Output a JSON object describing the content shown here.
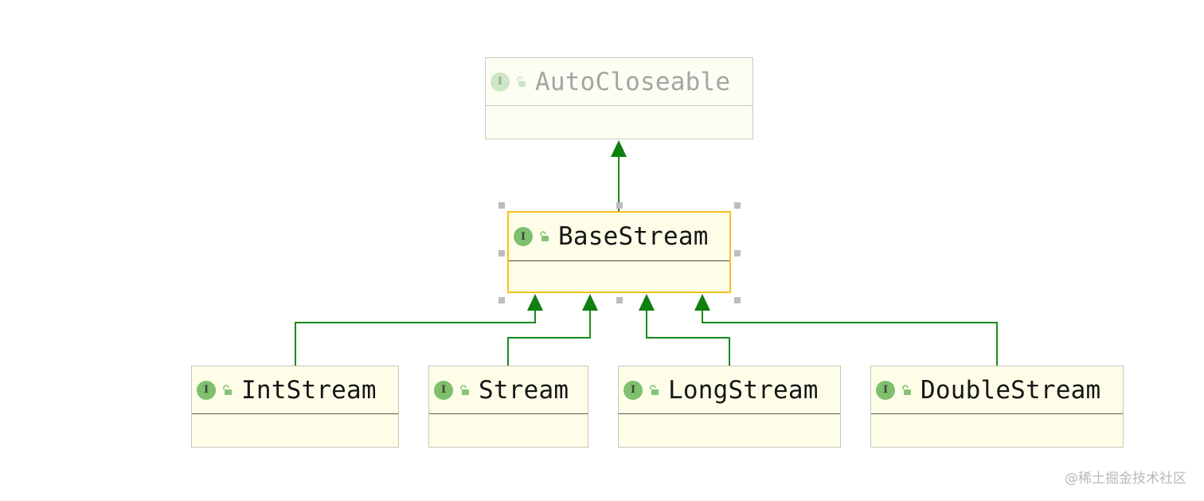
{
  "diagram": {
    "nodes": {
      "autocloseable": {
        "name": "AutoCloseable",
        "icon_letter": "I"
      },
      "basestream": {
        "name": "BaseStream",
        "icon_letter": "I"
      },
      "intstream": {
        "name": "IntStream",
        "icon_letter": "I"
      },
      "stream": {
        "name": "Stream",
        "icon_letter": "I"
      },
      "longstream": {
        "name": "LongStream",
        "icon_letter": "I"
      },
      "doublestream": {
        "name": "DoubleStream",
        "icon_letter": "I"
      }
    },
    "edges": [
      {
        "from": "BaseStream",
        "to": "AutoCloseable",
        "relation": "extends"
      },
      {
        "from": "IntStream",
        "to": "BaseStream",
        "relation": "extends"
      },
      {
        "from": "Stream",
        "to": "BaseStream",
        "relation": "extends"
      },
      {
        "from": "LongStream",
        "to": "BaseStream",
        "relation": "extends"
      },
      {
        "from": "DoubleStream",
        "to": "BaseStream",
        "relation": "extends"
      }
    ],
    "icons": {
      "node_icon": "interface-icon",
      "access_icon": "unlocked-padlock-icon"
    },
    "colors": {
      "edge": "#1a8a1a",
      "node_fill": "#fefee8",
      "selected_border": "#f0c419",
      "interface_badge": "#7fbf6d"
    }
  },
  "watermark": {
    "text": "@稀土掘金技术社区"
  }
}
